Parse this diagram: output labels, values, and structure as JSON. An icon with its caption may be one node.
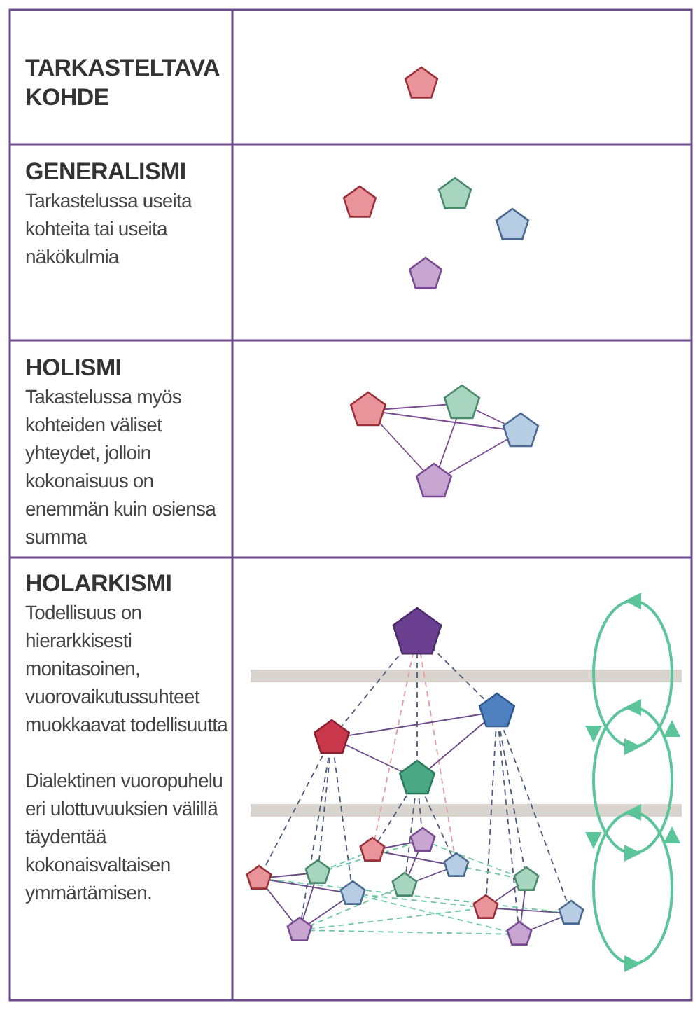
{
  "diagram": {
    "labels": [
      "TARKASTELTAVA KOHDE",
      "GENERALISMI",
      "Tarkastelussa useita kohteita tai useita näkökulmia",
      "HOLISMI",
      "Takastelussa myös kohteiden väliset yhteydet, jolloin kokonaisuus on enemmän kuin osiensa summa",
      "HOLARKISMI",
      "Todellisuus on hierarkkisesti monitasoinen, vuorovaikutussuhteet muokkaavat todellisuutta",
      "Dialektinen vuoropuhelu eri ulottuvuuksien välillä täydentää kokonaisvaltaisen ymmärtämisen."
    ]
  }
}
